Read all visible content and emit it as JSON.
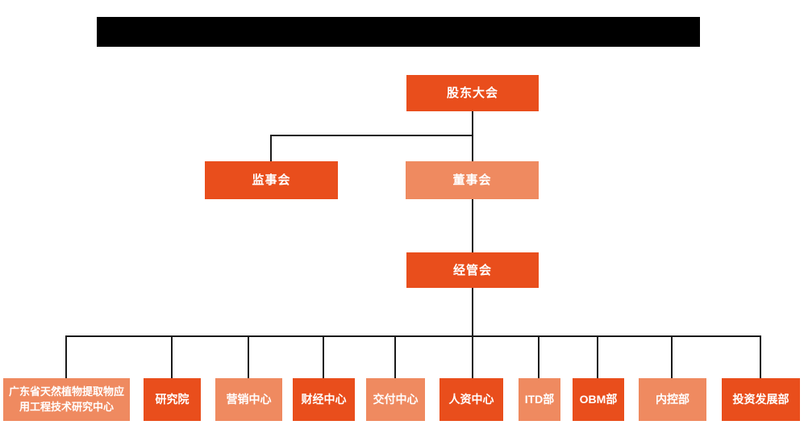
{
  "colors": {
    "primary": "#E94E1C",
    "secondary": "#EF8A60",
    "line": "#1A1A1A",
    "redaction": "#000000",
    "bg": "#FFFFFF"
  },
  "org_chart": {
    "level1": {
      "label": "股东大会"
    },
    "level2": [
      {
        "label": "监事会"
      },
      {
        "label": "董事会"
      }
    ],
    "level3": {
      "label": "经管会"
    },
    "level4": [
      {
        "label": "广东省天然植物提取物应用工程技术研究中心"
      },
      {
        "label": "研究院"
      },
      {
        "label": "营销中心"
      },
      {
        "label": "财经中心"
      },
      {
        "label": "交付中心"
      },
      {
        "label": "人资中心"
      },
      {
        "label": "ITD部"
      },
      {
        "label": "OBM部"
      },
      {
        "label": "内控部"
      },
      {
        "label": "投资发展部"
      }
    ]
  }
}
